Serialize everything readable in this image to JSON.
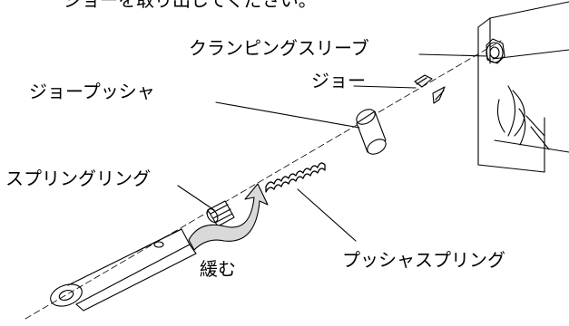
{
  "instruction_text": "ジョーを取り出してください。",
  "labels": {
    "crimping_sleeve": "クランピングスリーブ",
    "jaw": "ジョー",
    "jaw_pusher": "ジョープッシャ",
    "spring_ring": "スプリングリング",
    "loosen": "緩む",
    "pusher_spring": "プッシャスプリング"
  },
  "colors": {
    "line": "#000000",
    "arrow_fill": "#d9d9d9",
    "background": "#ffffff"
  }
}
